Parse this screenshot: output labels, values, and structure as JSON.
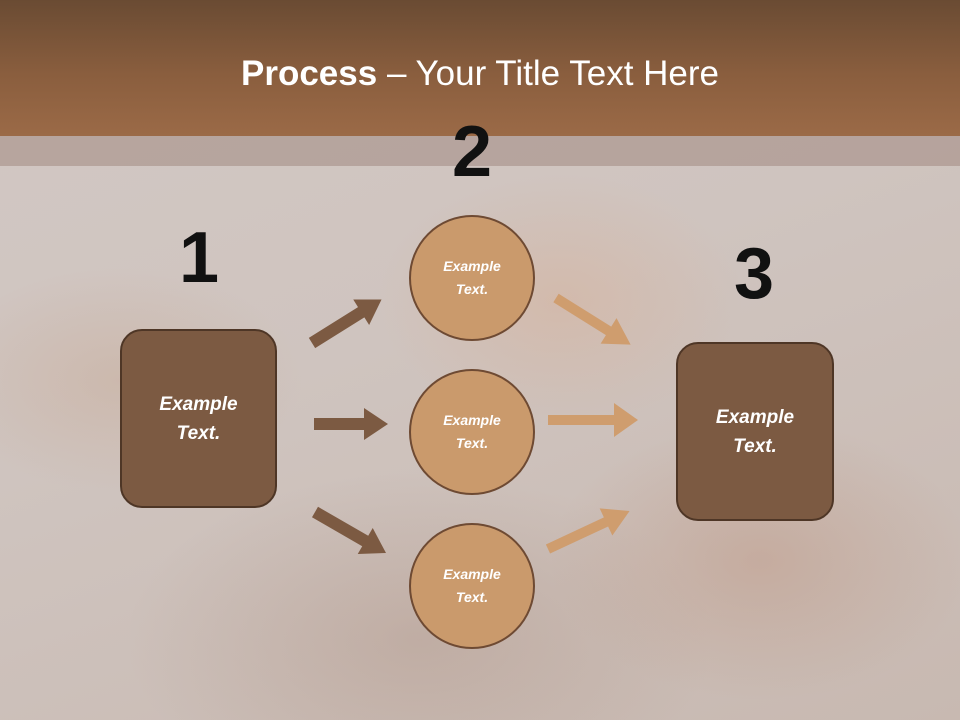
{
  "title": {
    "bold": "Process",
    "rest": " – Your Title Text Here"
  },
  "steps": [
    {
      "number": "1"
    },
    {
      "number": "2"
    },
    {
      "number": "3"
    }
  ],
  "left_box": {
    "line1": "Example",
    "line2": "Text."
  },
  "circles": [
    {
      "line1": "Example",
      "line2": "Text."
    },
    {
      "line1": "Example",
      "line2": "Text."
    },
    {
      "line1": "Example",
      "line2": "Text."
    }
  ],
  "right_box": {
    "line1": "Example",
    "line2": "Text."
  },
  "colors": {
    "header": "#8a5e3e",
    "box_fill": "#7c5a42",
    "circle_fill": "#ca9a6c",
    "dark_arrow": "#7c5a42",
    "light_arrow": "#cf9d6e"
  }
}
